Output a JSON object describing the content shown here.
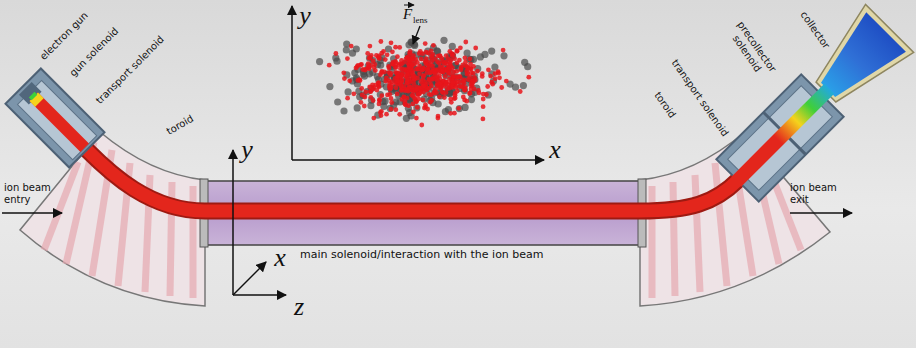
{
  "diagram": {
    "labels": [
      "electron gun",
      "gun solenoid",
      "transport solenoid",
      "toroid",
      "ion beam entry",
      "y",
      "x",
      "F",
      "lens",
      "y",
      "x",
      "z",
      "main solenoid/interaction with the ion beam",
      "toroid",
      "transport solenoid",
      "precollector solenoid",
      "collector",
      "ion beam exit"
    ]
  }
}
